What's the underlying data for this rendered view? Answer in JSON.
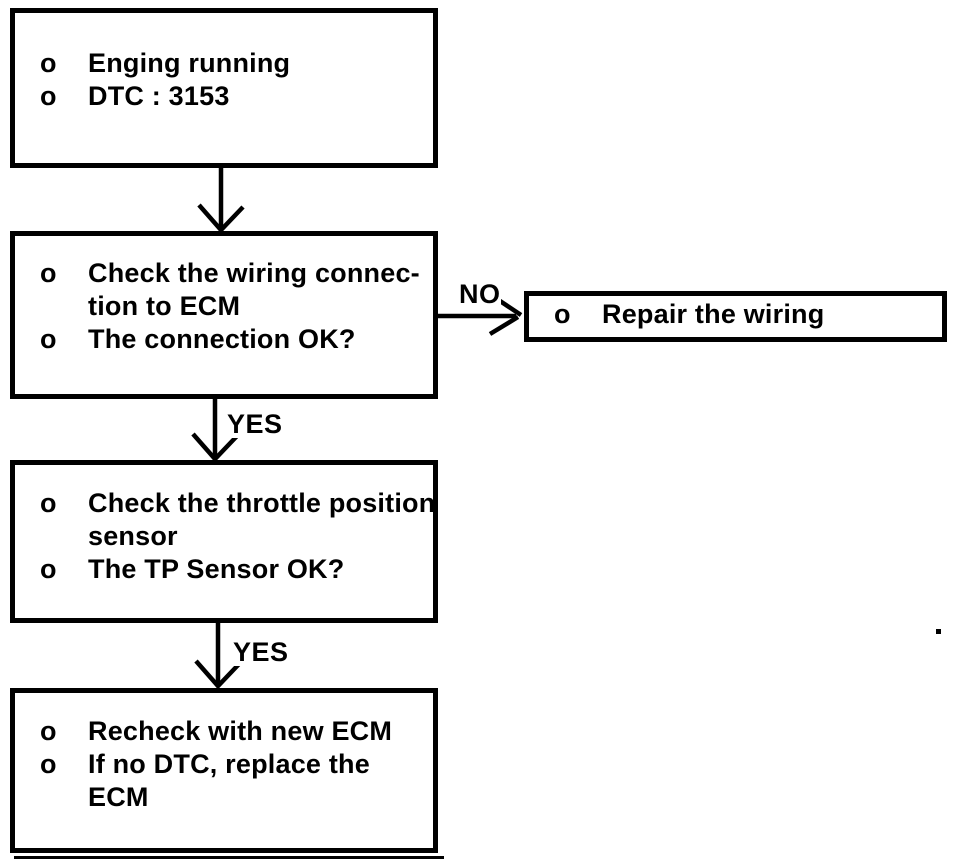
{
  "page": {
    "background_color": "#ffffff",
    "ink_color": "#000000"
  },
  "flowchart": {
    "boxes": [
      {
        "id": "engine-running",
        "items": [
          {
            "bullet": "o",
            "lines": [
              "Enging running"
            ]
          },
          {
            "bullet": "o",
            "lines": [
              "DTC : 3153"
            ]
          }
        ]
      },
      {
        "id": "check-wiring-connection",
        "items": [
          {
            "bullet": "o",
            "lines": [
              "Check the wiring connec-",
              "tion to ECM"
            ]
          },
          {
            "bullet": "o",
            "lines": [
              "The connection OK?"
            ]
          }
        ]
      },
      {
        "id": "repair-wiring",
        "items": [
          {
            "bullet": "o",
            "lines": [
              "Repair the wiring"
            ]
          }
        ]
      },
      {
        "id": "check-tp-sensor",
        "items": [
          {
            "bullet": "o",
            "lines": [
              "Check the throttle position",
              "sensor"
            ]
          },
          {
            "bullet": "o",
            "lines": [
              "The TP Sensor OK?"
            ]
          }
        ]
      },
      {
        "id": "recheck-ecm",
        "items": [
          {
            "bullet": "o",
            "lines": [
              "Recheck with new ECM"
            ]
          },
          {
            "bullet": "o",
            "lines": [
              "If no DTC, replace the",
              "ECM"
            ]
          }
        ]
      }
    ],
    "edge_labels": {
      "no": "NO",
      "yes_1": "YES",
      "yes_2": "YES"
    }
  }
}
